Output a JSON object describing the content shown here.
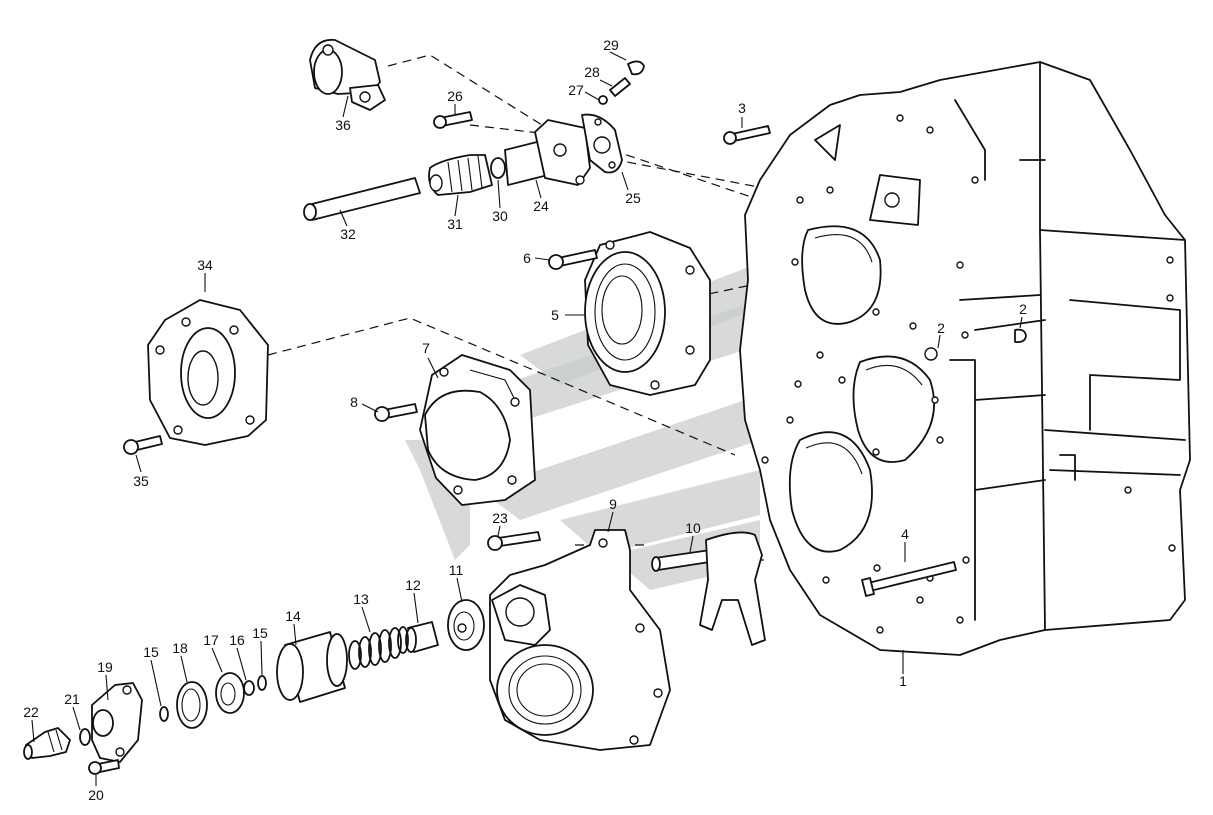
{
  "diagram": {
    "callouts": [
      "1",
      "2",
      "2",
      "3",
      "4",
      "5",
      "6",
      "7",
      "8",
      "9",
      "10",
      "11",
      "12",
      "13",
      "14",
      "15",
      "15",
      "16",
      "17",
      "18",
      "19",
      "20",
      "21",
      "22",
      "23",
      "24",
      "25",
      "26",
      "27",
      "28",
      "29",
      "30",
      "31",
      "32",
      "34",
      "35",
      "36"
    ],
    "watermark_color": "#c9cec9",
    "line_color": "#111111"
  }
}
